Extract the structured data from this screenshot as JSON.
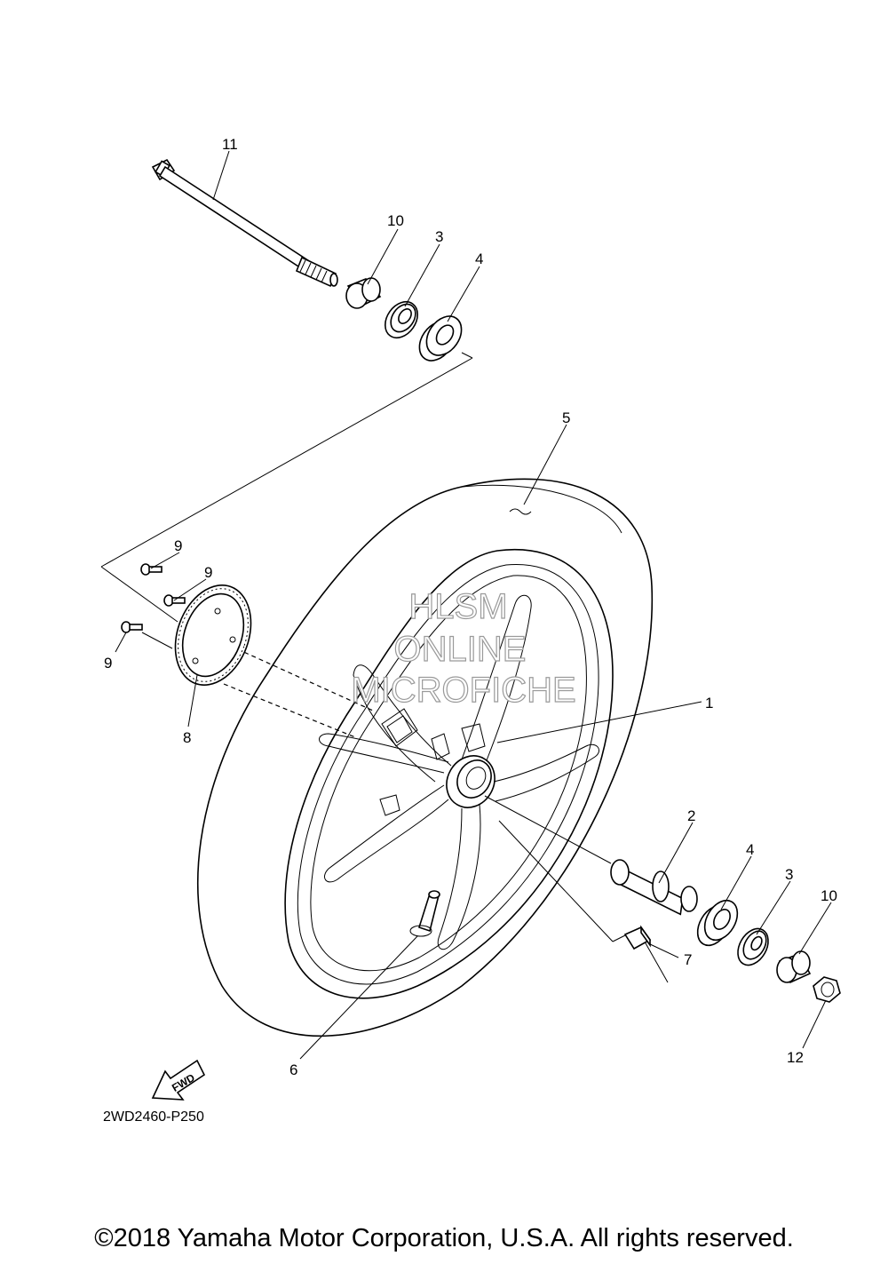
{
  "diagram_code": "2WD2460-P250",
  "fwd_label": "FWD",
  "watermark": [
    "HLSM",
    "ONLINE",
    "MICROFICHE"
  ],
  "copyright": "©2018 Yamaha Motor Corporation, U.S.A. All rights reserved.",
  "callouts": {
    "c11": "11",
    "c10a": "10",
    "c3a": "3",
    "c4a": "4",
    "c5": "5",
    "c9a": "9",
    "c9b": "9",
    "c9c": "9",
    "c8": "8",
    "c1": "1",
    "c2": "2",
    "c4b": "4",
    "c3b": "3",
    "c10b": "10",
    "c7": "7",
    "c12": "12",
    "c6": "6"
  }
}
